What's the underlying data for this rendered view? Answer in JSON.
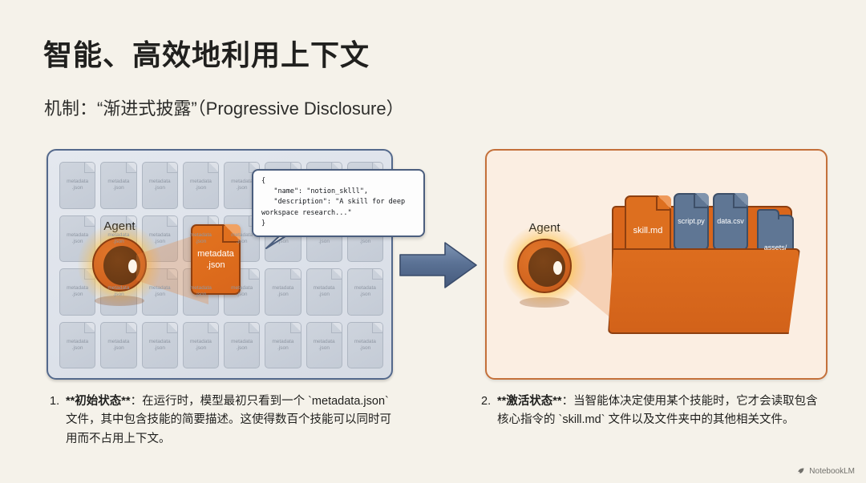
{
  "slide": {
    "title": "智能、高效地利用上下文",
    "subtitle": "机制：“渐进式披露”（Progressive Disclosure）",
    "background_color": "#f5f2ea"
  },
  "left_panel": {
    "name": "initial-state-diagram",
    "background_color": "#dde2ea",
    "border_color": "#54698c",
    "agent_label": "Agent",
    "grid": {
      "columns": 8,
      "rows": 4,
      "card_line1": "metadata",
      "card_line2": ".json"
    },
    "highlight_card": {
      "line1": "metadata",
      "line2": ".json",
      "color": "#d9661b"
    },
    "json_bubble": "{\n   \"name\": \"notion_sklll\",\n   \"description\": \"A skill for deep\nworkspace research...\"\n}"
  },
  "right_panel": {
    "name": "activated-state-diagram",
    "background_color": "#fbeee2",
    "border_color": "#c4703a",
    "agent_label": "Agent",
    "files": [
      {
        "label": "skill.md",
        "type": "document",
        "color": "#dd6f1f"
      },
      {
        "label": "script.py",
        "type": "document",
        "color": "#5f7694"
      },
      {
        "label": "data.csv",
        "type": "document",
        "color": "#5f7694"
      },
      {
        "label": "assets/",
        "type": "folder",
        "color": "#5f7694"
      }
    ]
  },
  "arrow": {
    "name": "flow-arrow",
    "direction": "right",
    "color": "#5b7295"
  },
  "captions": [
    {
      "number": "1.",
      "text": "**初始状态**：在运行时，模型最初只看到一个 `metadata.json` 文件，其中包含技能的简要描述。这使得数百个技能可以同时可用而不占用上下文。",
      "bold_part": "**初始状态**",
      "rest": "：在运行时，模型最初只看到一个 `metadata.json` 文件，其中包含技能的简要描述。这使得数百个技能可以同时可用而不占用上下文。"
    },
    {
      "number": "2.",
      "text": "**激活状态**：当智能体决定使用某个技能时，它才会读取包含核心指令的 `skill.md` 文件以及文件夹中的其他相关文件。",
      "bold_part": "**激活状态**",
      "rest": "：当智能体决定使用某个技能时，它才会读取包含核心指令的 `skill.md` 文件以及文件夹中的其他相关文件。"
    }
  ],
  "watermark": {
    "label": "NotebookLM",
    "icon": "notebooklm-icon"
  }
}
